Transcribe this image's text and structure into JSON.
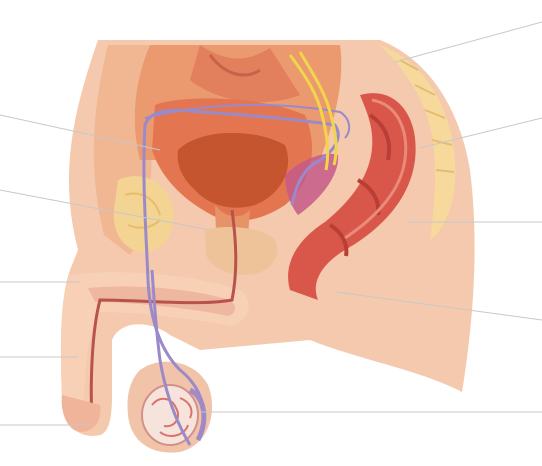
{
  "figure": {
    "caption": "",
    "background": "#ffffff",
    "colors": {
      "skin": "#f2c2a3",
      "skin_shadow": "#eaa97f",
      "flesh": "#e98d63",
      "muscle": "#dd6a52",
      "bladder_wall": "#e57a55",
      "bladder_inner": "#c95c3a",
      "rectum": "#d8584a",
      "bone": "#f5d79c",
      "fat": "#f7dfb3",
      "vas_deferens": "#9b8ac9",
      "nerve": "#f1d54a",
      "leader_line": "#c8c8c8"
    }
  },
  "labels": [
    {
      "id": "upper-right",
      "text": ""
    },
    {
      "id": "mid-right",
      "text": ""
    },
    {
      "id": "right-3",
      "text": ""
    },
    {
      "id": "right-4",
      "text": ""
    },
    {
      "id": "right-5",
      "text": ""
    },
    {
      "id": "left-1",
      "text": ""
    },
    {
      "id": "left-2",
      "text": ""
    },
    {
      "id": "left-3",
      "text": ""
    },
    {
      "id": "left-4",
      "text": ""
    },
    {
      "id": "left-5",
      "text": ""
    }
  ]
}
